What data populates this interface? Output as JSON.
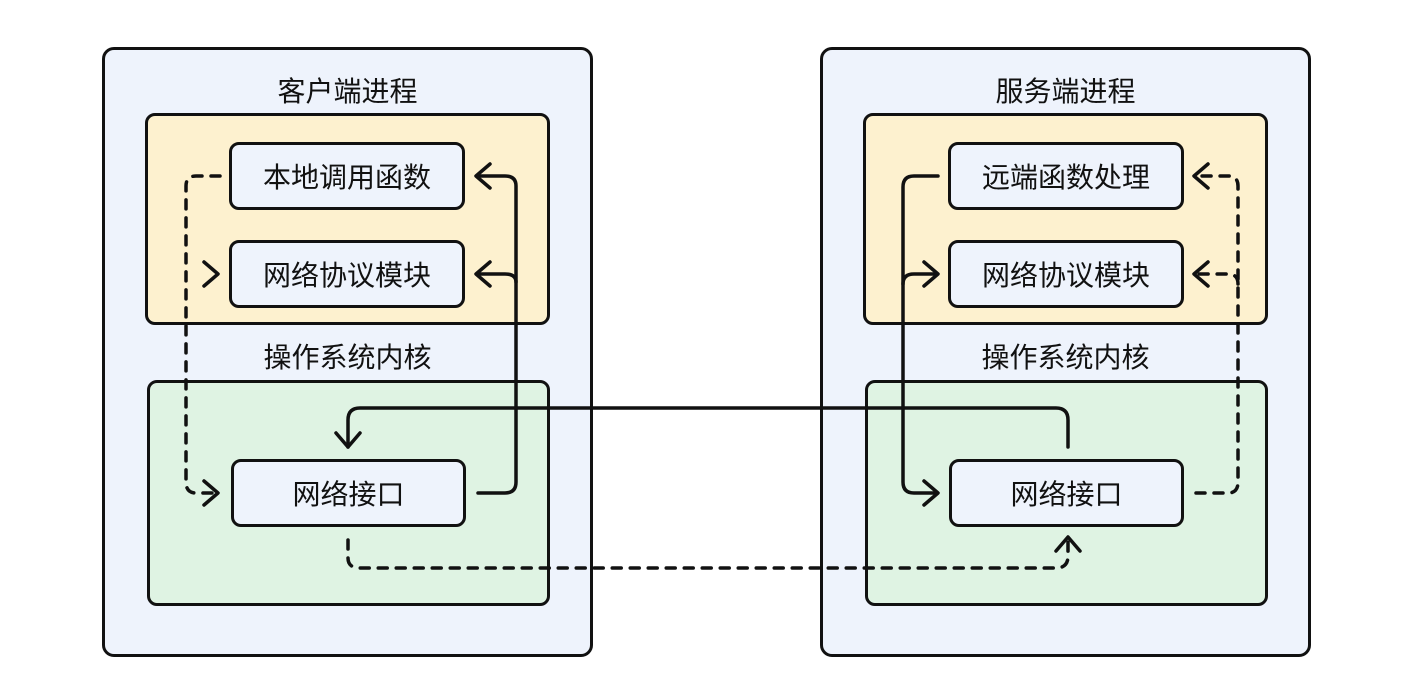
{
  "client": {
    "process_title": "客户端进程",
    "kernel_title": "操作系统内核",
    "local_call": "本地调用函数",
    "protocol_module": "网络协议模块",
    "network_interface": "网络接口"
  },
  "server": {
    "process_title": "服务端进程",
    "kernel_title": "操作系统内核",
    "remote_handler": "远端函数处理",
    "protocol_module": "网络协议模块",
    "network_interface": "网络接口"
  },
  "colors": {
    "process_fill": "#eef3fc",
    "user_space_fill": "#fdf1cf",
    "kernel_fill": "#dff3e3",
    "stroke": "#111111"
  }
}
